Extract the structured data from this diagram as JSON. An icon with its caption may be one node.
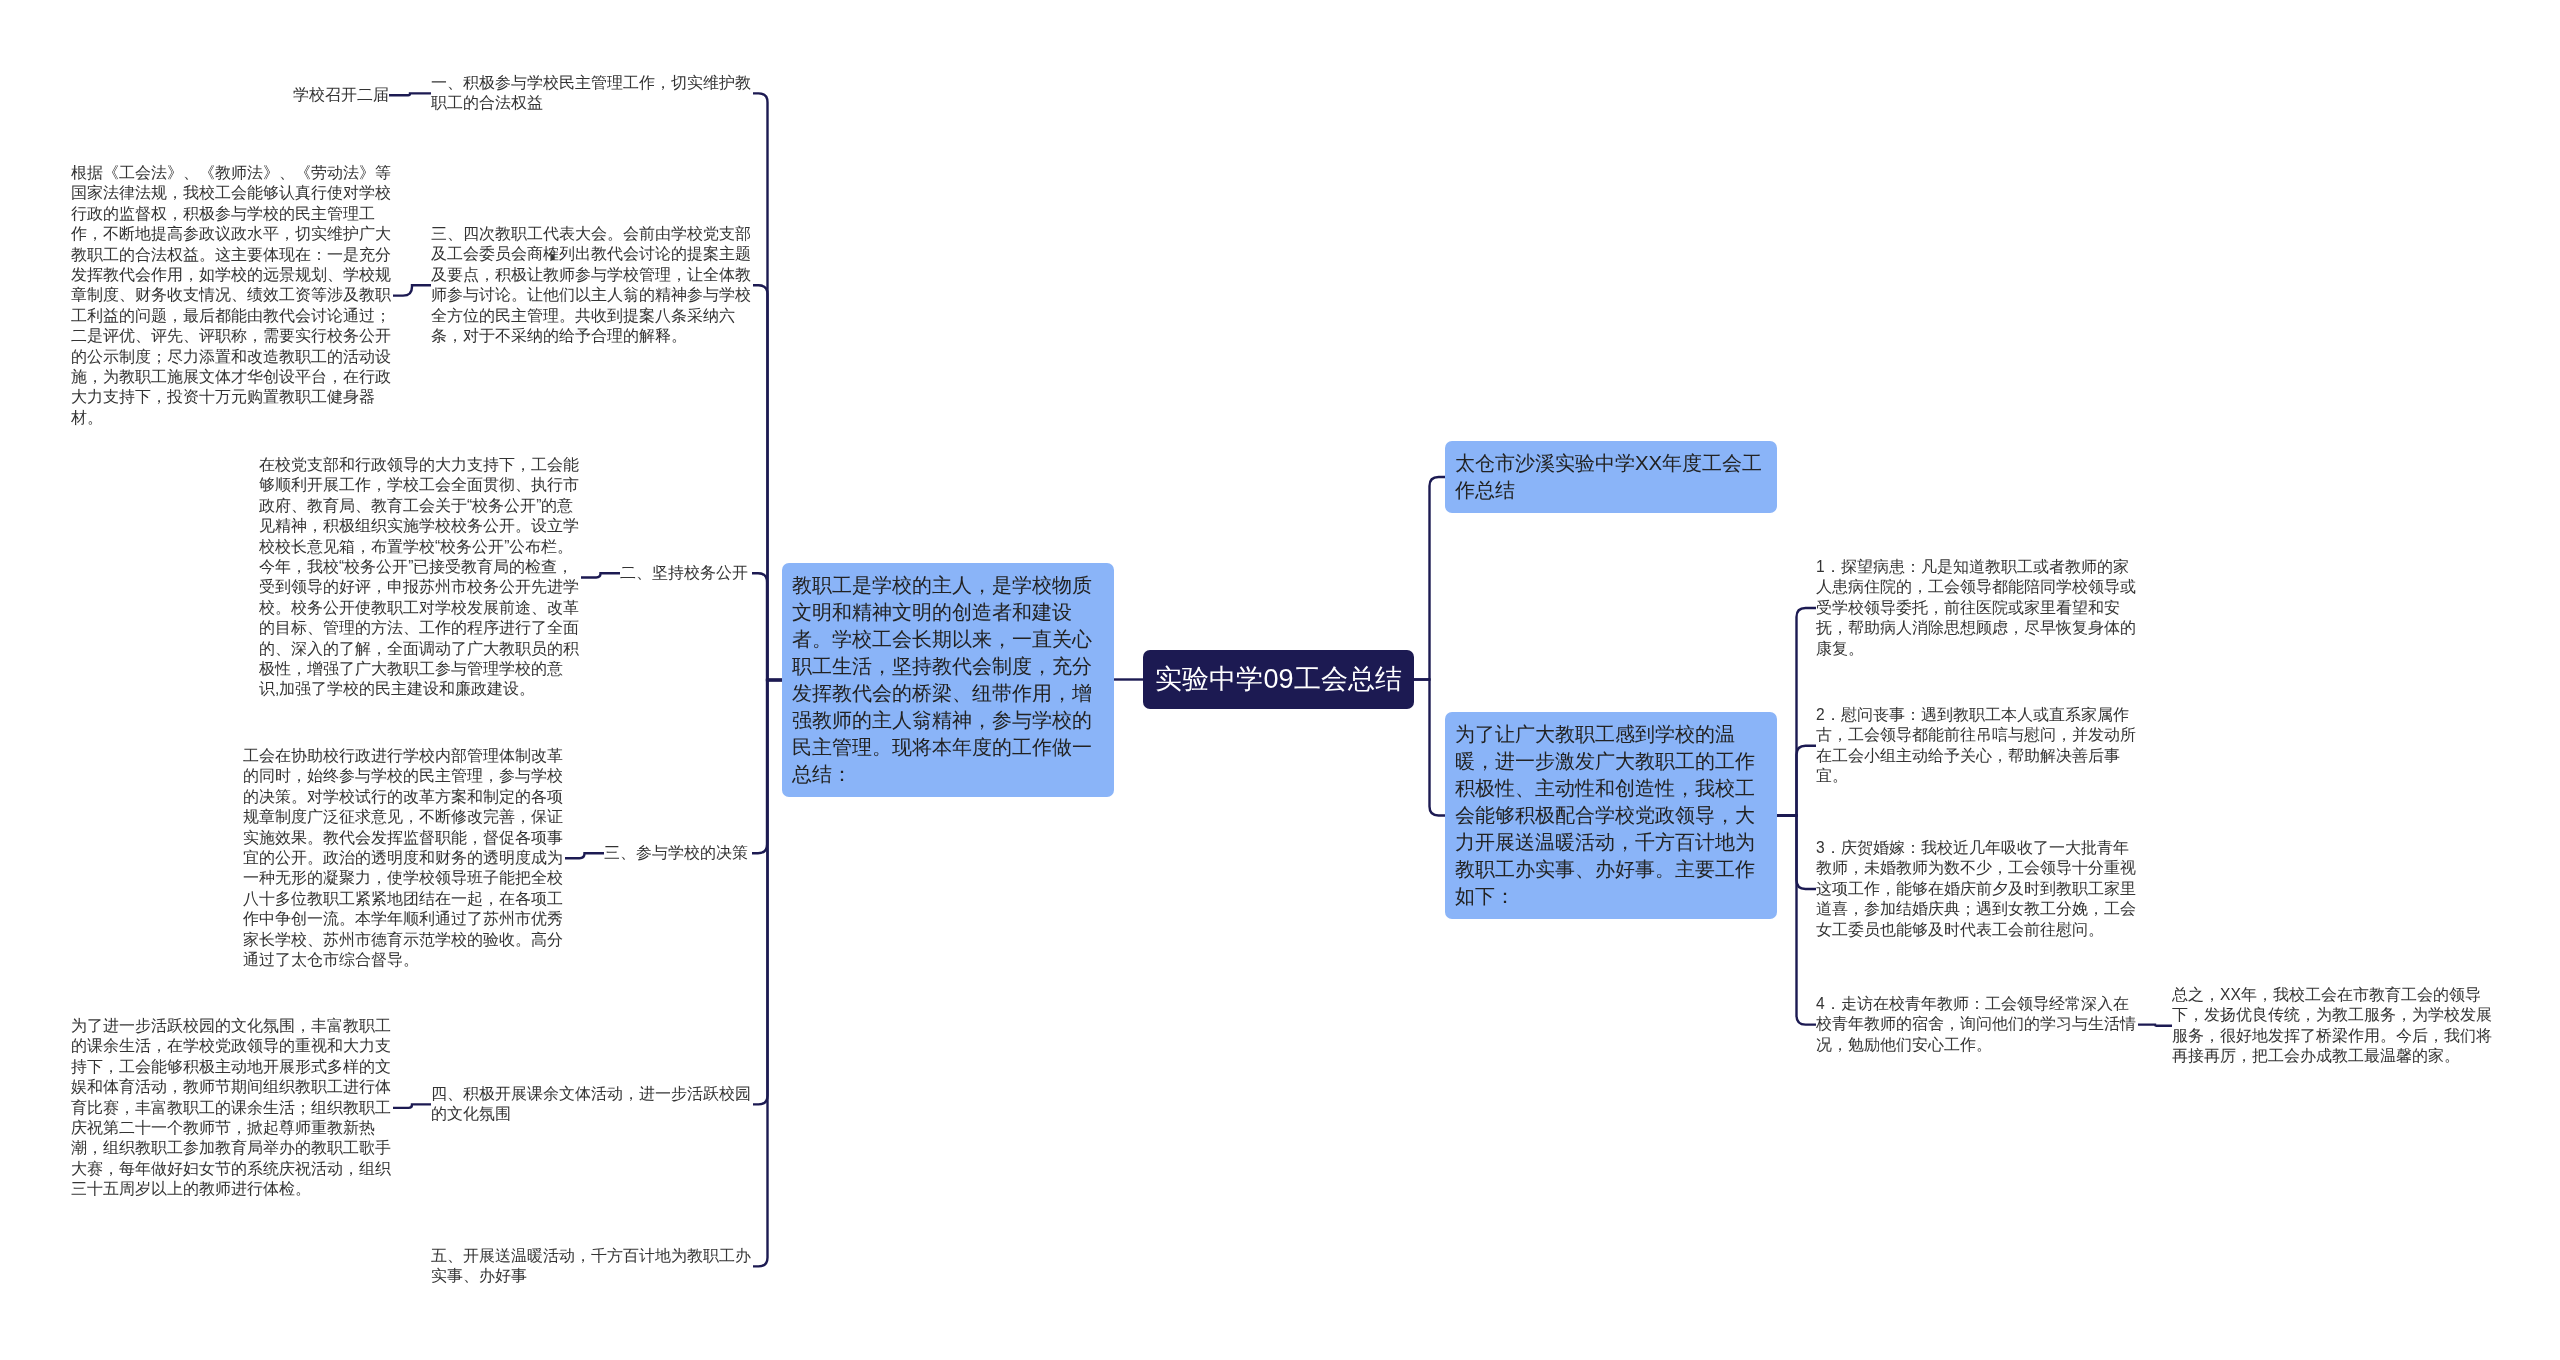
{
  "diagram": {
    "nodes": [
      {
        "text": [
          "实验中学09工会总结"
        ]
      },
      {
        "text": [
          "教职工是学校的主人，是学校物质文明和精神文明的创造者和建设者。学校工会长期以来，一直关心职工生活，坚持教代会制度，充分发挥教代会的桥梁、纽带作用，增强教师的主人翁精神，参与学校的民主管理。现将本年度的工作做一总结："
        ]
      },
      {
        "text": [
          "太仓市沙溪实验中学XX年度工会工作总结"
        ]
      },
      {
        "text": [
          "为了让广大教职工感到学校的温暖，进一步激发广大教职工的工作积极性、主动性和创造性，我校工会能够积极配合学校党政领导，大力开展送温暖活动，千方百计地为教职工办实事、办好事。主要工作如下："
        ]
      },
      {
        "text": [
          "一、积极参与学校民主管理工作，切实维护教职工的合法权益"
        ]
      },
      {
        "text": [
          "三、四次教职工代表大会。会前由学校党支部及工会委员会商榷列出教代会讨论的提案主题及要点，积极让教师参与学校管理，让全体教师参与讨论。让他们以主人翁的精神参与学校全方位的民主管理。共收到提案八条采纳六条，对于不采纳的给予合理的解释。"
        ]
      },
      {
        "text": [
          "二、坚持校务公开"
        ]
      },
      {
        "text": [
          "三、参与学校的决策"
        ]
      },
      {
        "text": [
          "四、积极开展课余文体活动，进一步活跃校园的文化氛围"
        ]
      },
      {
        "text": [
          "五、开展送温暖活动，千方百计地为教职工办实事、办好事"
        ]
      },
      {
        "text": [
          "学校召开二届"
        ]
      },
      {
        "text": [
          "根据《工会法》、《教师法》、《劳动法》等国家法律法规，我校工会能够认真行使对学校行政的监督权，积极参与学校的民主管理工作，不断地提高参政议政水平，切实维护广大教职工的合法权益。这主要体现在：一是充分发挥教代会作用，如学校的远景规划、学校规章制度、财务收支情况、绩效工资等涉及教职工利益的问题，最后都能由教代会讨论通过；二是评优、评先、评职称，需要实行校务公开的公示制度；尽力添置和改造教职工的活动设施，为教职工施展文体才华创设平台，在行政大力支持下，投资十万元购置教职工健身器材。"
        ]
      },
      {
        "text": [
          "在校党支部和行政领导的大力支持下，工会能够顺利开展工作，学校工会全面贯彻、执行市政府、教育局、教育工会关于“校务公开”的意见精神，积极组织实施学校校务公开。设立学校校长意见箱，布置学校“校务公开”公布栏。今年，我校“校务公开”已接受教育局的检查，受到领导的好评，申报苏州市校务公开先进学校。校务公开使教职工对学校发展前途、改革的目标、管理的方法、工作的程序进行了全面的、深入的了解，全面调动了广大教职员的积极性，增强了广大教职工参与管理学校的意识,加强了学校的民主建设和廉政建设。"
        ]
      },
      {
        "text": [
          "工会在协助校行政进行学校内部管理体制改革的同时，始终参与学校的民主管理，参与学校的决策。对学校试行的改革方案和制定的各项规章制度广泛征求意见，不断修改完善，保证实施效果。教代会发挥监督职能，督促各项事宜的公开。政治的透明度和财务的透明度成为一种无形的凝聚力，使学校领导班子能把全校八十多位教职工紧紧地团结在一起，在各项工作中争创一流。本学年顺利通过了苏州市优秀家长学校、苏州市德育示范学校的验收。高分通过了太仓市综合督导。"
        ]
      },
      {
        "text": [
          "为了进一步活跃校园的文化氛围，丰富教职工的课余生活，在学校党政领导的重视和大力支持下，工会能够积极主动地开展形式多样的文娱和体育活动，教师节期间组织教职工进行体育比赛，丰富教职工的课余生活；组织教职工庆祝第二十一个教师节，掀起尊师重教新热潮，组织教职工参加教育局举办的教职工歌手大赛，每年做好妇女节的系统庆祝活动，组织三十五周岁以上的教师进行体检。"
        ]
      },
      {
        "text": [
          "1．探望病患：凡是知道教职工或者教师的家人患病住院的，工会领导都能陪同学校领导或受学校领导委托，前往医院或家里看望和安抚，帮助病人消除思想顾虑，尽早恢复身体的康复。"
        ]
      },
      {
        "text": [
          "2．慰问丧事：遇到教职工本人或直系家属作古，工会领导都能前往吊唁与慰问，并发动所在工会小组主动给予关心，帮助解决善后事宜。"
        ]
      },
      {
        "text": [
          "3．庆贺婚嫁：我校近几年吸收了一大批青年教师，未婚教师为数不少，工会领导十分重视这项工作，能够在婚庆前夕及时到教职工家里道喜，参加结婚庆典；遇到女教工分娩，工会女工委员也能够及时代表工会前往慰问。"
        ]
      },
      {
        "text": [
          "4．走访在校青年教师：工会领导经常深入在校青年教师的宿舍，询问他们的学习与生活情况，勉励他们安心工作。"
        ]
      },
      {
        "text": [
          "总之，XX年，我校工会在市教育工会的领导下，发扬优良传统，为教工服务，为学校发展服务，很好地发挥了桥梁作用。今后，我们将再接再厉，把工会办成教工最温馨的家。"
        ]
      }
    ],
    "edges": [
      {
        "from": 0,
        "to": 1,
        "arrow": "none"
      },
      {
        "from": 0,
        "to": 2,
        "arrow": "none"
      },
      {
        "from": 0,
        "to": 3,
        "arrow": "none"
      },
      {
        "from": 1,
        "to": 4,
        "arrow": "none"
      },
      {
        "from": 1,
        "to": 5,
        "arrow": "none"
      },
      {
        "from": 1,
        "to": 6,
        "arrow": "none"
      },
      {
        "from": 1,
        "to": 7,
        "arrow": "none"
      },
      {
        "from": 1,
        "to": 8,
        "arrow": "none"
      },
      {
        "from": 1,
        "to": 9,
        "arrow": "none"
      },
      {
        "from": 4,
        "to": 10,
        "arrow": "none"
      },
      {
        "from": 5,
        "to": 11,
        "arrow": "none"
      },
      {
        "from": 6,
        "to": 12,
        "arrow": "none"
      },
      {
        "from": 7,
        "to": 13,
        "arrow": "none"
      },
      {
        "from": 8,
        "to": 14,
        "arrow": "none"
      },
      {
        "from": 3,
        "to": 15,
        "arrow": "none"
      },
      {
        "from": 3,
        "to": 16,
        "arrow": "none"
      },
      {
        "from": 3,
        "to": 17,
        "arrow": "none"
      },
      {
        "from": 3,
        "to": 18,
        "arrow": "none"
      },
      {
        "from": 18,
        "to": 19,
        "arrow": "none"
      }
    ]
  }
}
